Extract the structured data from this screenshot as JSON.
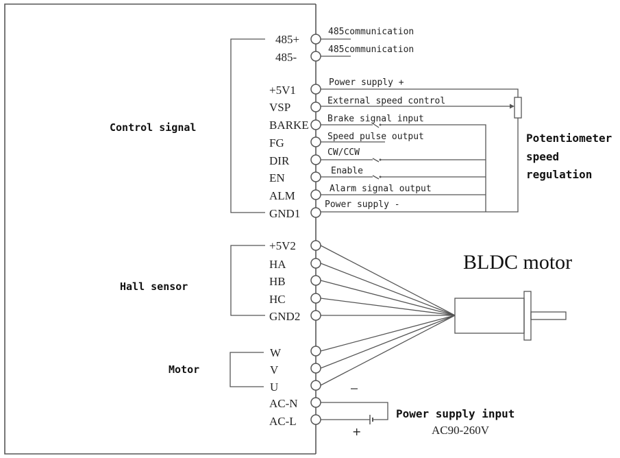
{
  "groups": {
    "control_signal": "Control signal",
    "hall_sensor": "Hall sensor",
    "motor": "Motor"
  },
  "terminals": {
    "rs485_plus": "485+",
    "rs485_minus": "485-",
    "v5_1": "+5V1",
    "vsp": "VSP",
    "barke": "BARKE",
    "fg": "FG",
    "dir": "DIR",
    "en": "EN",
    "alm": "ALM",
    "gnd1": "GND1",
    "v5_2": "+5V2",
    "ha": "HA",
    "hb": "HB",
    "hc": "HC",
    "gnd2": "GND2",
    "w": "W",
    "v": "V",
    "u": "U",
    "ac_n": "AC-N",
    "ac_l": "AC-L"
  },
  "signals": {
    "rs485_plus": "485communication",
    "rs485_minus": "485communication",
    "v5_1": "Power supply +",
    "vsp": "External speed control",
    "barke": "Brake signal input",
    "fg": "Speed pulse output",
    "dir": "CW/CCW",
    "en": "Enable",
    "alm": "Alarm signal output",
    "gnd1": "Power supply -"
  },
  "potentiometer": {
    "line1": "Potentiometer",
    "line2": "speed",
    "line3": "regulation"
  },
  "motor_label": "BLDC motor",
  "power_input": {
    "title": "Power supply input",
    "range": "AC90-260V",
    "plus": "+",
    "minus": "−"
  }
}
